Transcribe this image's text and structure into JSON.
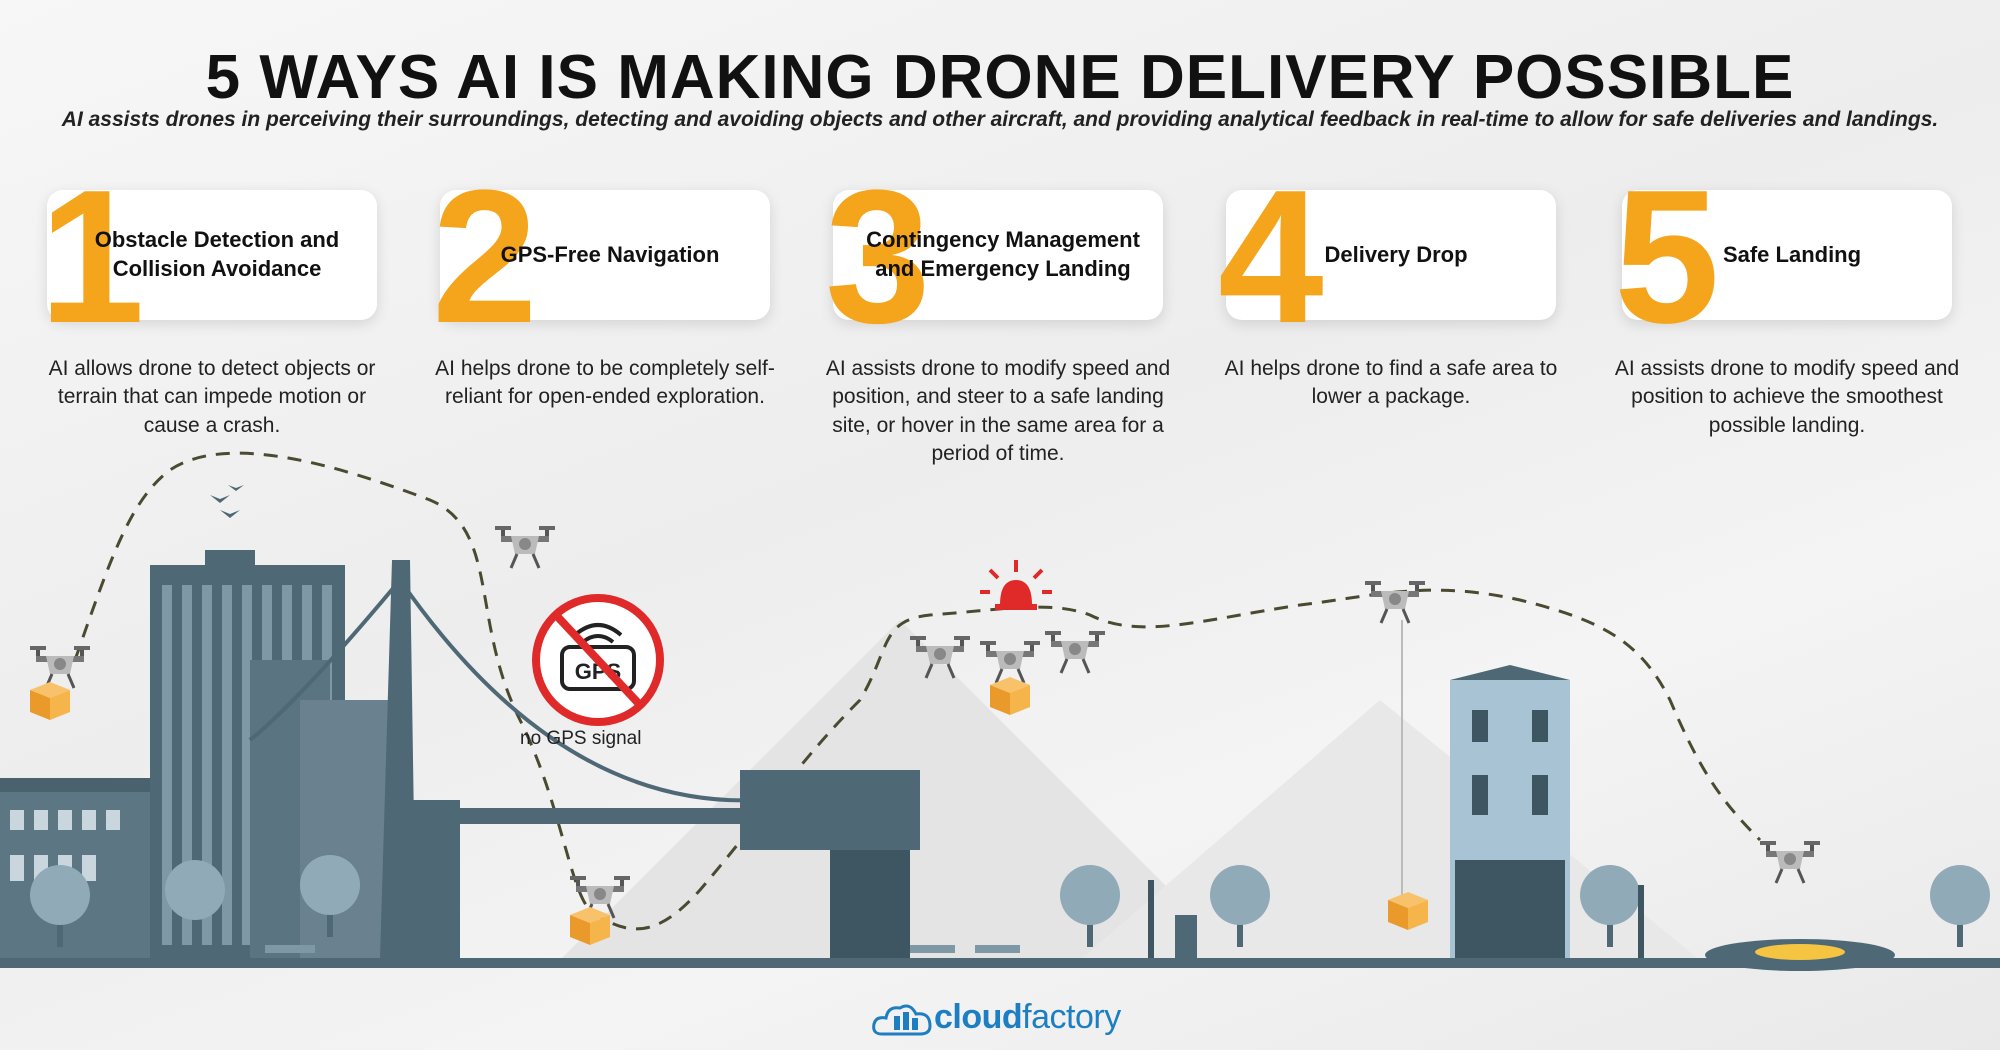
{
  "header": {
    "title": "5 WAYS AI IS MAKING DRONE DELIVERY POSSIBLE",
    "subtitle": "AI assists drones in perceiving their surroundings, detecting and avoiding objects and other aircraft, and providing analytical feedback in real-time to allow for safe deliveries and landings."
  },
  "steps": [
    {
      "number": "1",
      "title": "Obstacle Detection and Collision Avoidance",
      "description": "AI allows drone to detect objects or terrain that can impede motion or cause a crash."
    },
    {
      "number": "2",
      "title": "GPS-Free Navigation",
      "description": "AI helps drone to be completely self-reliant for open-ended exploration."
    },
    {
      "number": "3",
      "title": "Contingency Management and Emergency Landing",
      "description": "AI assists drone to modify speed and position, and steer to a safe landing site, or hover in the same area for a period of time."
    },
    {
      "number": "4",
      "title": "Delivery Drop",
      "description": "AI helps drone to find a safe area to lower a package."
    },
    {
      "number": "5",
      "title": "Safe Landing",
      "description": "AI assists drone to modify speed and position to achieve the smoothest possible landing."
    }
  ],
  "illustration": {
    "gps_badge": "GPS",
    "gps_caption": "no GPS signal"
  },
  "logo": {
    "prefix": "cloud",
    "suffix": "factory"
  },
  "colors": {
    "accent": "#f5a51c",
    "building": "#4e6875",
    "building_light": "#a8c4d4",
    "logo": "#1d7fc2",
    "alert": "#e02a2a"
  },
  "icons": [
    "bird-icon",
    "drone-icon",
    "package-icon",
    "no-gps-icon",
    "alarm-light-icon",
    "helipad-icon",
    "cloudfactory-logo-icon"
  ]
}
